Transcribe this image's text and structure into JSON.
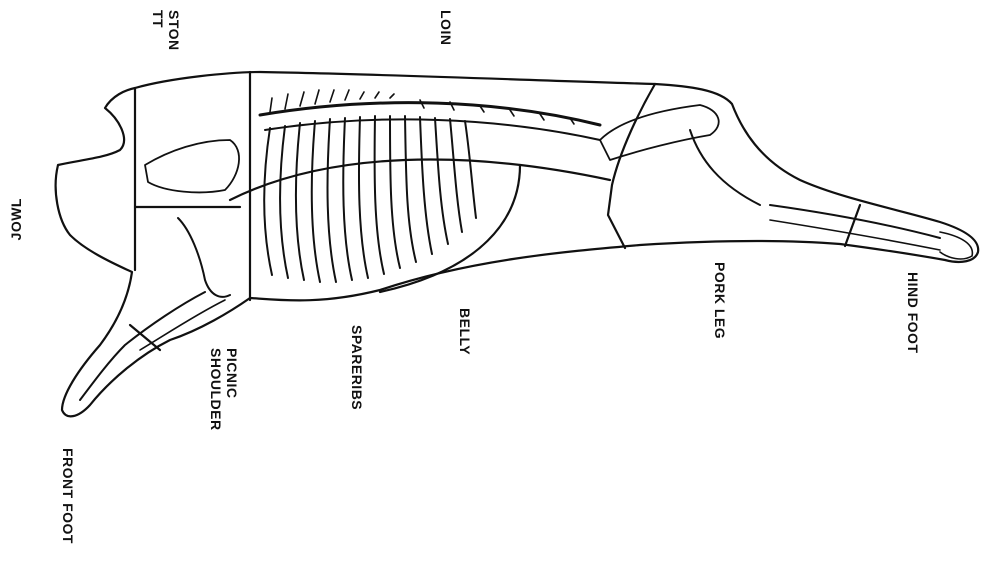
{
  "labels": {
    "boston_butt": "STON\nTT",
    "loin": "LOIN",
    "jowl": "JOWL",
    "belly": "BELLY",
    "spareribs": "SPARERIBS",
    "picnic_shoulder": "PICNIC\nSHOULDER",
    "pork_leg": "PORK LEG",
    "hind_foot": "HIND FOOT",
    "front_foot": "FRONT FOOT"
  },
  "colors": {
    "line": "#111111",
    "background": "#ffffff"
  }
}
